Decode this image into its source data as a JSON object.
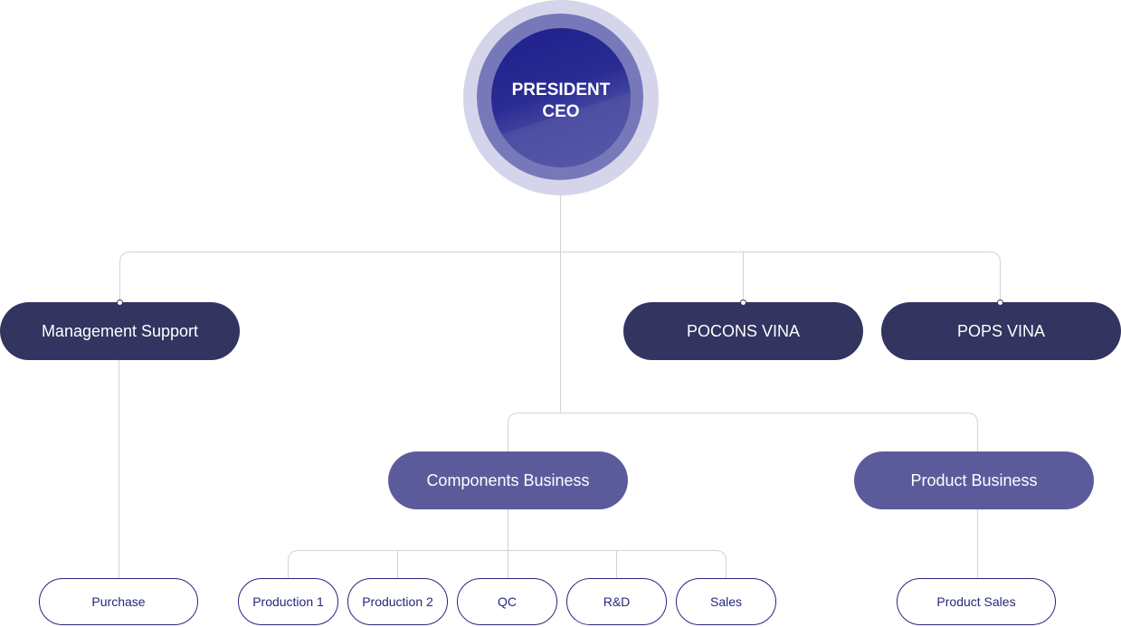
{
  "ceo": {
    "line1": "PRESIDENT",
    "line2": "CEO"
  },
  "divisions": {
    "management_support": "Management Support",
    "pocons_vina": "POCONS VINA",
    "pops_vina": "POPS VINA",
    "components_business": "Components Business",
    "product_business": "Product Business"
  },
  "teams": {
    "purchase": "Purchase",
    "production_1": "Production 1",
    "production_2": "Production 2",
    "qc": "QC",
    "rnd": "R&D",
    "sales": "Sales",
    "product_sales": "Product Sales"
  },
  "colors": {
    "ceo_outer": "#d4d5ea",
    "ceo_mid": "#7678b9",
    "ceo_inner": "#1e1f8c",
    "division_dark": "#333460",
    "division_mid": "#5b5b9c",
    "team_outline": "#25277d",
    "connector": "#d3d3d3"
  }
}
